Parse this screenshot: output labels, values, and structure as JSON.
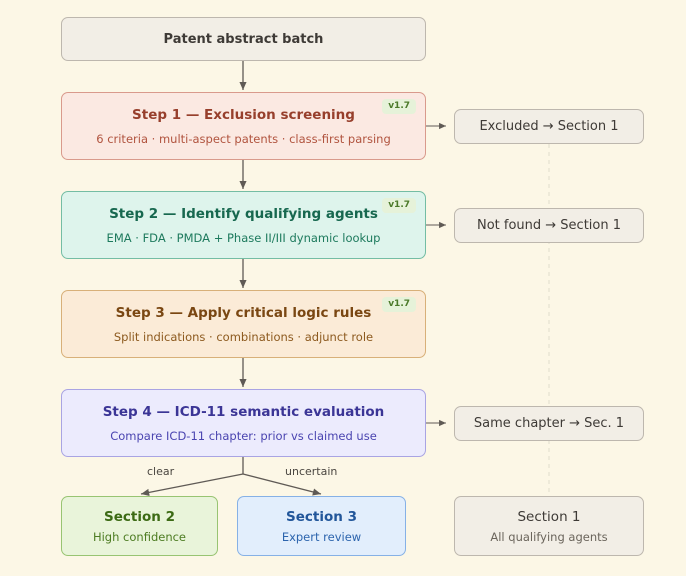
{
  "start": {
    "label": "Patent abstract batch"
  },
  "steps": [
    {
      "title": "Step 1 — Exclusion screening",
      "detail": "6 criteria · multi-aspect patents · class-first parsing",
      "version": "v1.7",
      "colors": {
        "fill": "#fbe9e2",
        "border": "#d99a8c",
        "title": "#973f2c",
        "detail": "#b1543f",
        "badge_fill": "#e6f2d9",
        "badge_text": "#4c7a2a"
      }
    },
    {
      "title": "Step 2 — Identify qualifying agents",
      "detail": "EMA · FDA · PMDA + Phase II/III dynamic lookup",
      "version": "v1.7",
      "colors": {
        "fill": "#def4ec",
        "border": "#74bda4",
        "title": "#17684f",
        "detail": "#1d7a5d",
        "badge_fill": "#e6f2d9",
        "badge_text": "#4c7a2a"
      }
    },
    {
      "title": "Step 3 — Apply critical logic rules",
      "detail": "Split indications · combinations · adjunct role",
      "version": "v1.7",
      "colors": {
        "fill": "#fbebd7",
        "border": "#d8b079",
        "title": "#7a4712",
        "detail": "#8d5a1f",
        "badge_fill": "#e6f2d9",
        "badge_text": "#4c7a2a"
      }
    },
    {
      "title": "Step 4 — ICD-11 semantic evaluation",
      "detail": "Compare ICD-11 chapter: prior vs claimed use",
      "version": "",
      "colors": {
        "fill": "#ecebfd",
        "border": "#a9a4e3",
        "title": "#3b3596",
        "detail": "#4a44b0",
        "badge_fill": "#e6f2d9",
        "badge_text": "#4c7a2a"
      }
    }
  ],
  "side_outcomes": [
    {
      "label": "Excluded → Section 1"
    },
    {
      "label": "Not found → Section 1"
    },
    {
      "label": "Same chapter → Sec. 1"
    }
  ],
  "branch_labels": {
    "clear": "clear",
    "uncertain": "uncertain"
  },
  "results": [
    {
      "title": "Section 2",
      "detail": "High confidence",
      "colors": {
        "fill": "#e9f4da",
        "border": "#98c472",
        "title": "#3c6a14",
        "detail": "#4d7c22"
      }
    },
    {
      "title": "Section 3",
      "detail": "Expert review",
      "colors": {
        "fill": "#e2eefc",
        "border": "#86b1e6",
        "title": "#22569a",
        "detail": "#2c64ad"
      }
    },
    {
      "title": "Section 1",
      "detail": "All qualifying agents",
      "colors": {
        "fill": "#f2eee6",
        "border": "#bdb7ae",
        "title": "#3e3a36",
        "detail": "#6b655c"
      }
    }
  ],
  "neutral": {
    "fill": "#f2eee6",
    "border": "#bdb7ae",
    "text": "#3e3a36",
    "connector": "#5f5a55",
    "guide": "#e0dccc"
  }
}
